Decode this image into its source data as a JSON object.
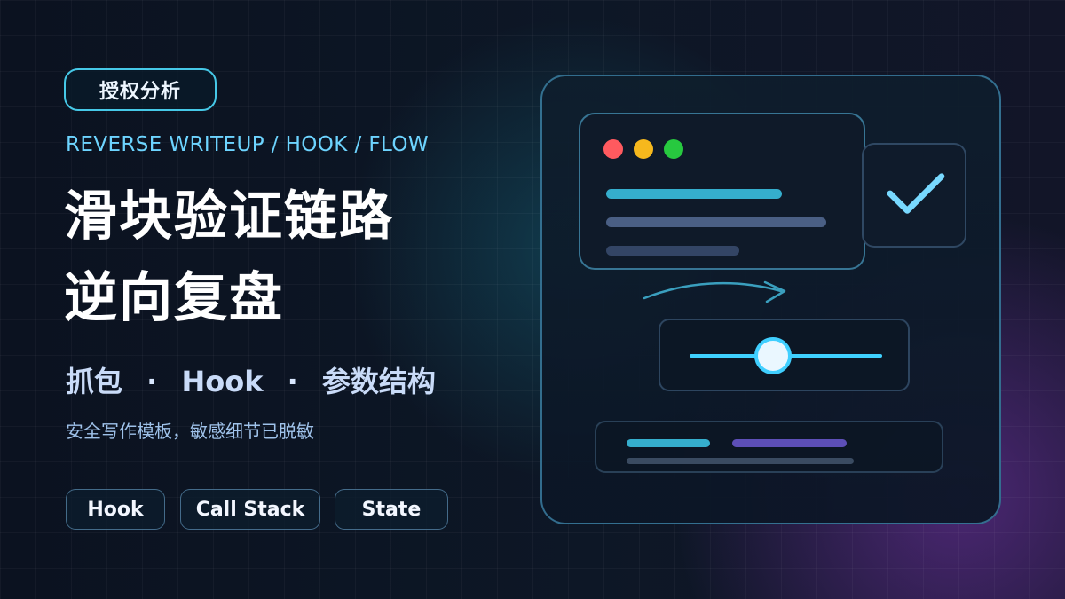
{
  "hero": {
    "badge": "授权分析",
    "subtitle": "REVERSE WRITEUP / HOOK / FLOW",
    "title_line_1": "滑块验证链路",
    "title_line_2": "逆向复盘",
    "tagline_items": [
      "抓包",
      "Hook",
      "参数结构"
    ],
    "tagline_separator": "·",
    "description": "安全写作模板，敏感细节已脱敏",
    "pills": [
      "Hook",
      "Call Stack",
      "State"
    ]
  },
  "illustration": {
    "colors": {
      "accent": "#46c8e7",
      "purple": "#5d4fb7",
      "red": "#ff5a5f",
      "yellow": "#f6b81d",
      "green": "#27c93f"
    },
    "icons": {
      "check": "check-icon",
      "arrow": "curved-arrow-icon"
    },
    "slider_level": 0.42
  }
}
